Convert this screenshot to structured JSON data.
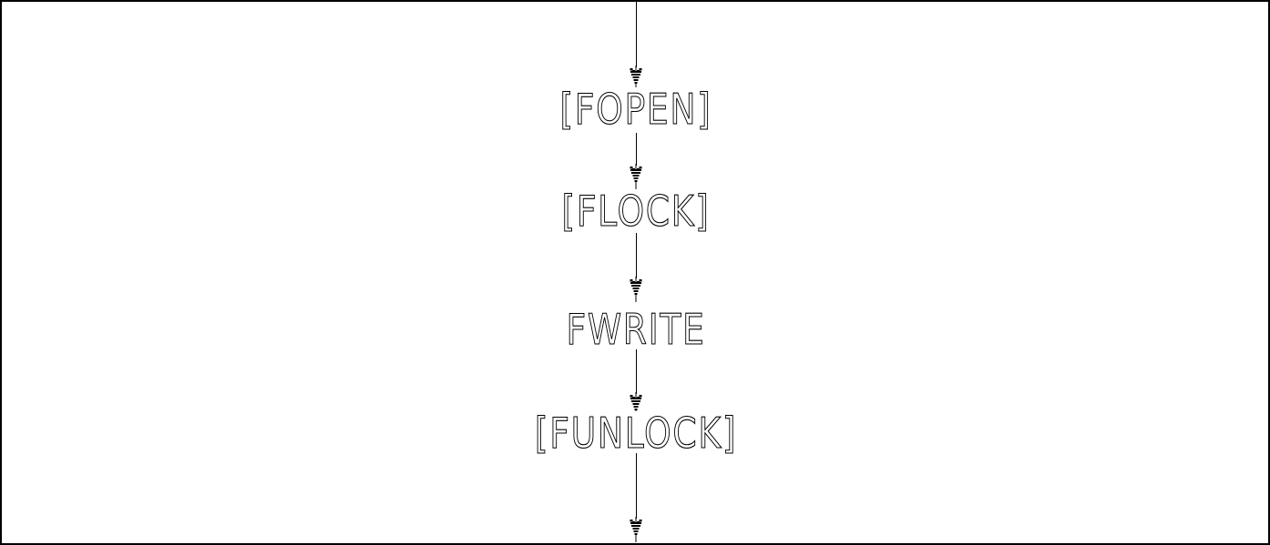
{
  "diagram": {
    "type": "flowchart",
    "orientation": "vertical",
    "colors": {
      "background": "#ffffff",
      "line": "#000000",
      "border": "#000000",
      "text": "#000000"
    },
    "icons": {
      "arrowhead": "down-arrow-hatched"
    },
    "nodes": [
      {
        "label": "[FOPEN]"
      },
      {
        "label": "[FLOCK]"
      },
      {
        "label": "FWRITE"
      },
      {
        "label": "[FUNLOCK]"
      }
    ],
    "flow_sequence": "[FOPEN] → [FLOCK] → FWRITE → [FUNLOCK]"
  }
}
